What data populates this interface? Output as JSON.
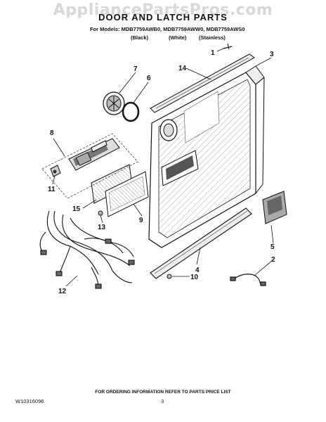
{
  "watermark": "AppliancePartsPros.com",
  "header": {
    "title": "DOOR AND LATCH PARTS",
    "models_line": "For Models: MDB7759AWB0, MDB7759AWW0, MDB7759AWS0",
    "variants": [
      "(Black)",
      "(White)",
      "(Stainless)"
    ]
  },
  "callouts": [
    "1",
    "2",
    "3",
    "4",
    "5",
    "6",
    "7",
    "8",
    "9",
    "10",
    "11",
    "12",
    "13",
    "14",
    "15"
  ],
  "footer": {
    "ordering_note": "FOR ORDERING INFORMATION REFER TO PARTS PRICE LIST",
    "doc_code": "W10316096",
    "page_number": "3"
  }
}
